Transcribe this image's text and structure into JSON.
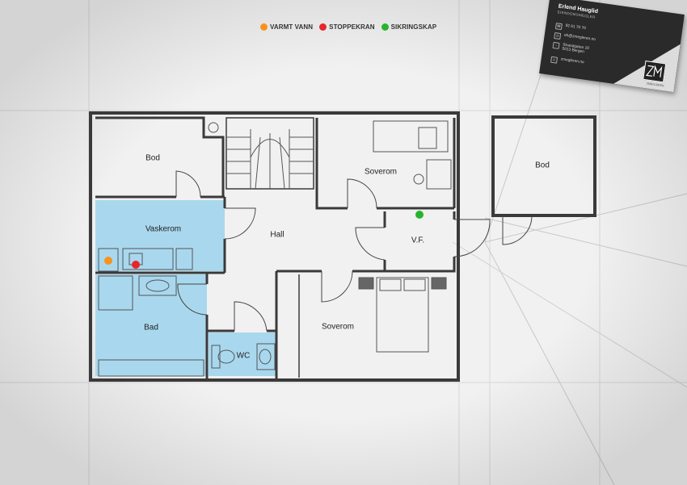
{
  "legend": [
    {
      "label": "VARMT VANN",
      "color": "#f7931e"
    },
    {
      "label": "STOPPEKRAN",
      "color": "#e8252b"
    },
    {
      "label": "SIKRINGSKAP",
      "color": "#27b42c"
    }
  ],
  "rooms": {
    "bod_left": "Bod",
    "soverom_top": "Soverom",
    "bod_right": "Bod",
    "vaskerom": "Vaskerom",
    "hall": "Hall",
    "vf": "V.F.",
    "bad": "Bad",
    "wc": "WC",
    "soverom_bottom": "Soverom"
  },
  "card": {
    "name": "Erlend Hauglid",
    "title": "EIENDOMSMEGLER",
    "phone": "92 61 70 70",
    "email": "eh@zmegleren.no",
    "address_line1": "Strandgaten 10",
    "address_line2": "5013 Bergen",
    "website": "zmegleren.no",
    "logo_text": "ZMEGLEREN"
  },
  "colors": {
    "wet_room": "#a9d8ee",
    "wall": "#3a3a3a"
  }
}
